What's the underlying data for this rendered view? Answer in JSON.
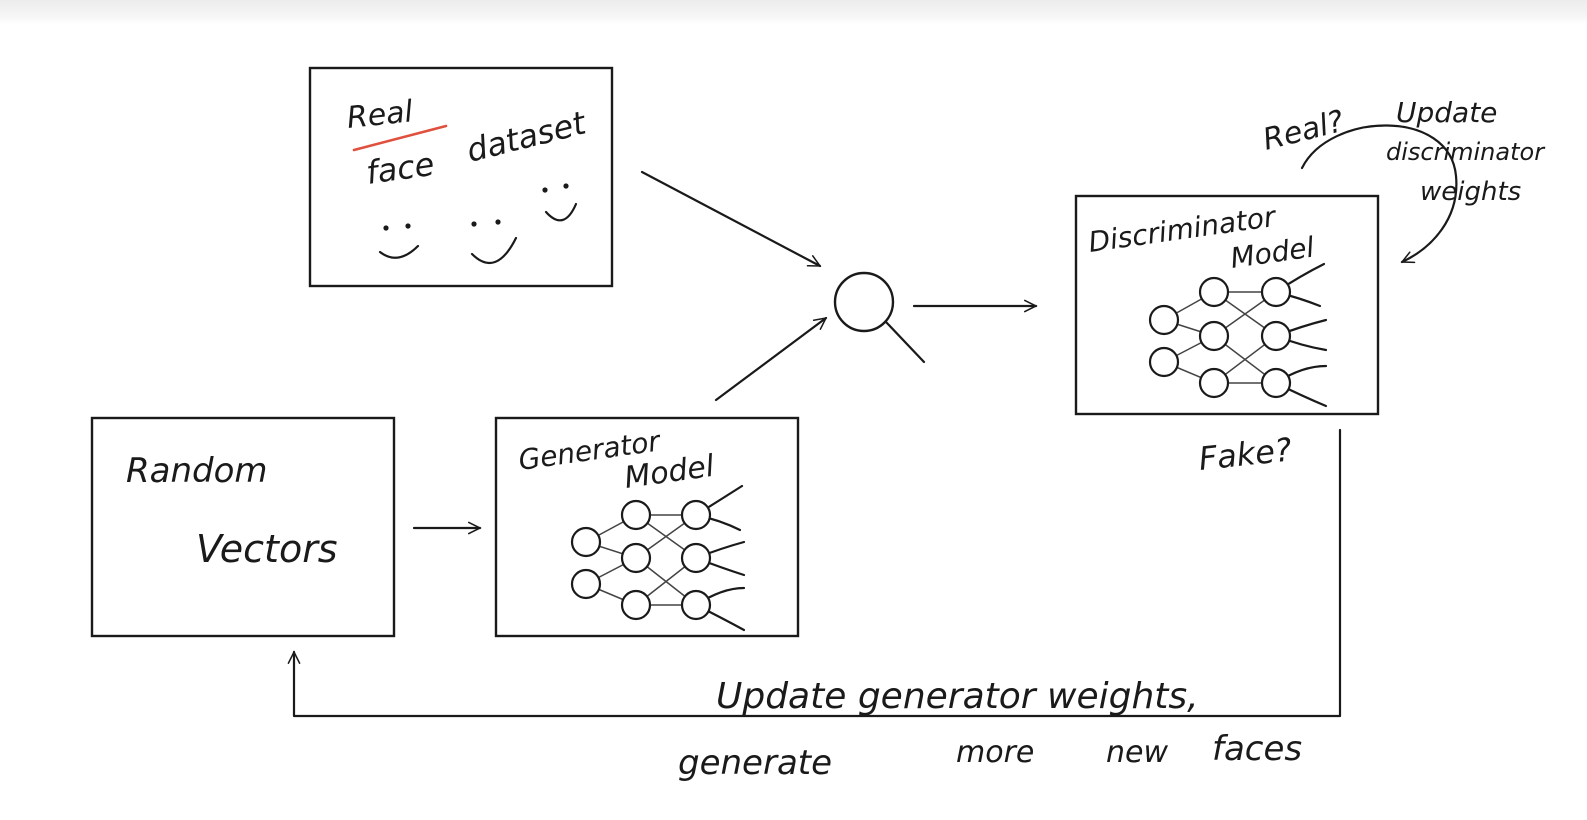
{
  "dataset_box": {
    "title_word1": "Real",
    "title_word2": "face",
    "title_word3": "dataset"
  },
  "random_box": {
    "line1": "Random",
    "line2": "Vectors"
  },
  "generator_box": {
    "line1": "Generator",
    "line2": "Model"
  },
  "discriminator_box": {
    "line1": "Discriminator",
    "line2": "Model"
  },
  "labels": {
    "real_question": "Real?",
    "fake_question": "Fake?",
    "update_disc_line1": "Update",
    "update_disc_line2": "discriminator",
    "update_disc_line3": "weights",
    "feedback_line1": "Update generator weights,",
    "feedback_line2_word1": "generate",
    "feedback_line2_word2": "more",
    "feedback_line2_word3": "new",
    "feedback_line2_word4": "faces"
  },
  "colors": {
    "ink": "#1a1a1a",
    "real_green": "#2e8b57",
    "fake_red": "#e0503e",
    "underline_red": "#e0503e",
    "muted_gray": "#6a6a6a"
  }
}
